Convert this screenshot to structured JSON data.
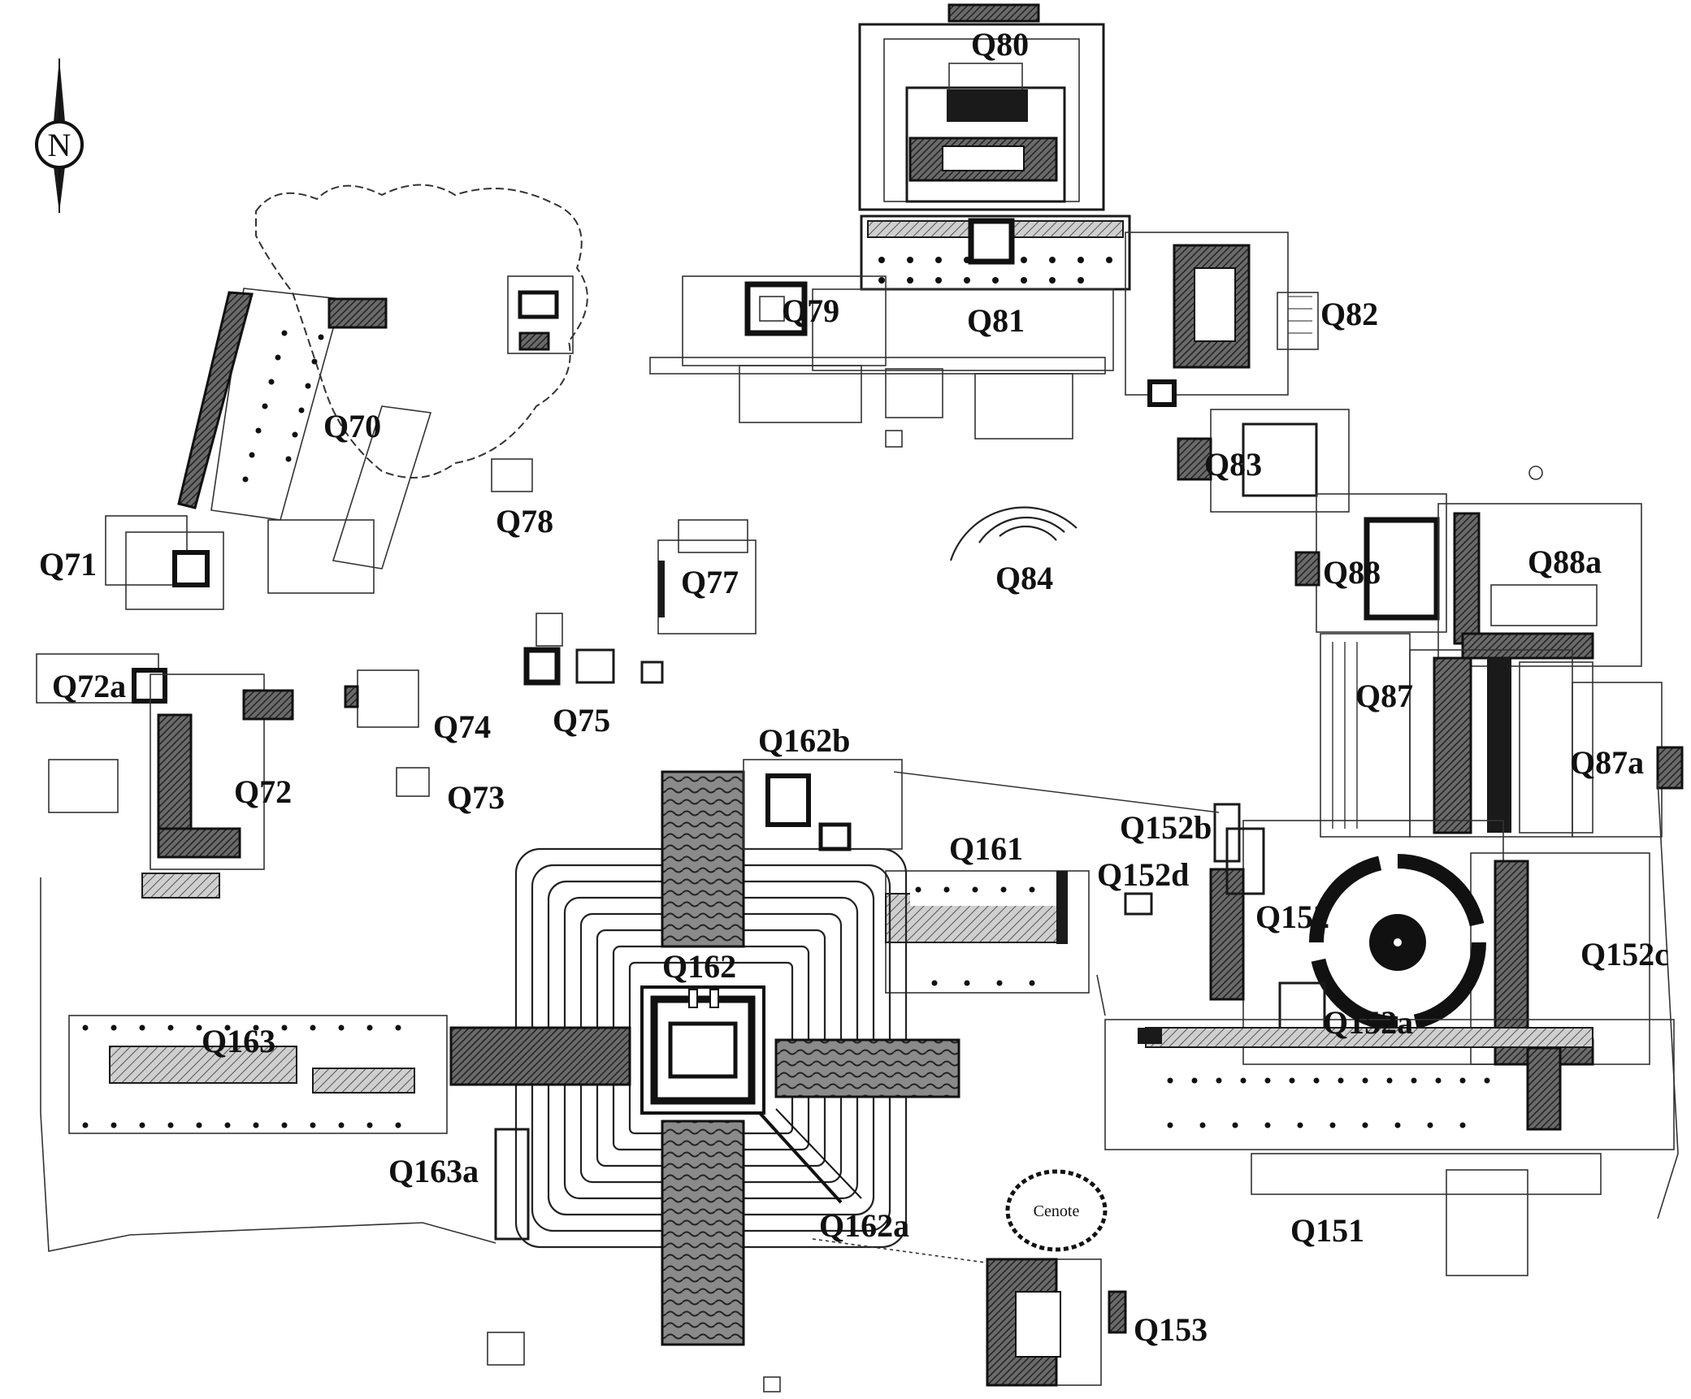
{
  "north_label": "N",
  "labels": {
    "Q70": "Q70",
    "Q71": "Q71",
    "Q72": "Q72",
    "Q72a": "Q72a",
    "Q73": "Q73",
    "Q74": "Q74",
    "Q75": "Q75",
    "Q77": "Q77",
    "Q78": "Q78",
    "Q79": "Q79",
    "Q80": "Q80",
    "Q81": "Q81",
    "Q82": "Q82",
    "Q83": "Q83",
    "Q84": "Q84",
    "Q87": "Q87",
    "Q87a": "Q87a",
    "Q88": "Q88",
    "Q88a": "Q88a",
    "Q151": "Q151",
    "Q152": "Q152",
    "Q152a": "Q152a",
    "Q152b": "Q152b",
    "Q152c": "Q152c",
    "Q152d": "Q152d",
    "Q153": "Q153",
    "Q161": "Q161",
    "Q162": "Q162",
    "Q162a": "Q162a",
    "Q162b": "Q162b",
    "Q163": "Q163",
    "Q163a": "Q163a",
    "cenote": "Cenote"
  }
}
